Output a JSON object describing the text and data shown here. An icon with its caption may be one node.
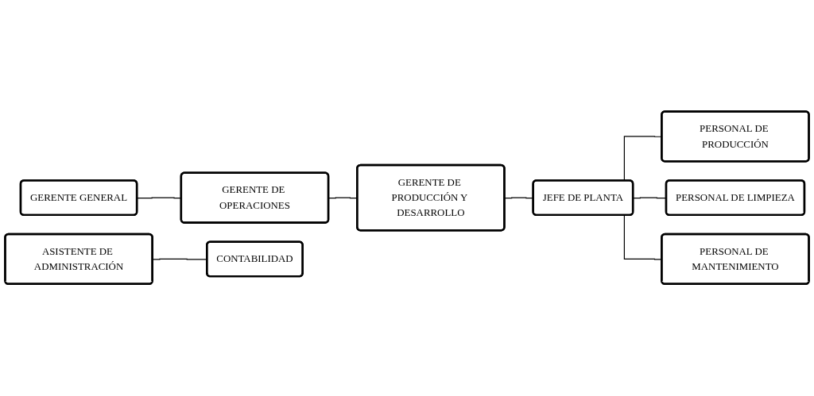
{
  "diagram": {
    "nodes": [
      {
        "text": [
          "GERENTE GENERAL"
        ]
      },
      {
        "text": [
          "GERENTE DE OPERACIONES"
        ]
      },
      {
        "text": [
          "ASISTENTE DE ADMINISTRACIÓN"
        ]
      },
      {
        "text": [
          "GERENTE DE PRODUCCIÓN Y DESARROLLO"
        ]
      },
      {
        "text": [
          "JEFE DE PLANTA"
        ]
      },
      {
        "text": [
          "PERSONAL DE PRODUCCIÓN"
        ]
      },
      {
        "text": [
          "PERSONAL DE LIMPIEZA"
        ]
      },
      {
        "text": [
          "CONTABILIDAD"
        ]
      },
      {
        "text": [
          "PERSONAL DE MANTENIMIENTO"
        ]
      }
    ],
    "edges": [
      {
        "from": 0,
        "to": 1,
        "arrow": "none"
      },
      {
        "from": 1,
        "to": 3,
        "arrow": "none"
      },
      {
        "from": 3,
        "to": 4,
        "arrow": "none"
      },
      {
        "from": 2,
        "to": 7,
        "arrow": "none"
      },
      {
        "from": 4,
        "to": 5,
        "arrow": "none"
      },
      {
        "from": 4,
        "to": 6,
        "arrow": "none"
      },
      {
        "from": 4,
        "to": 8,
        "arrow": "none"
      }
    ]
  }
}
